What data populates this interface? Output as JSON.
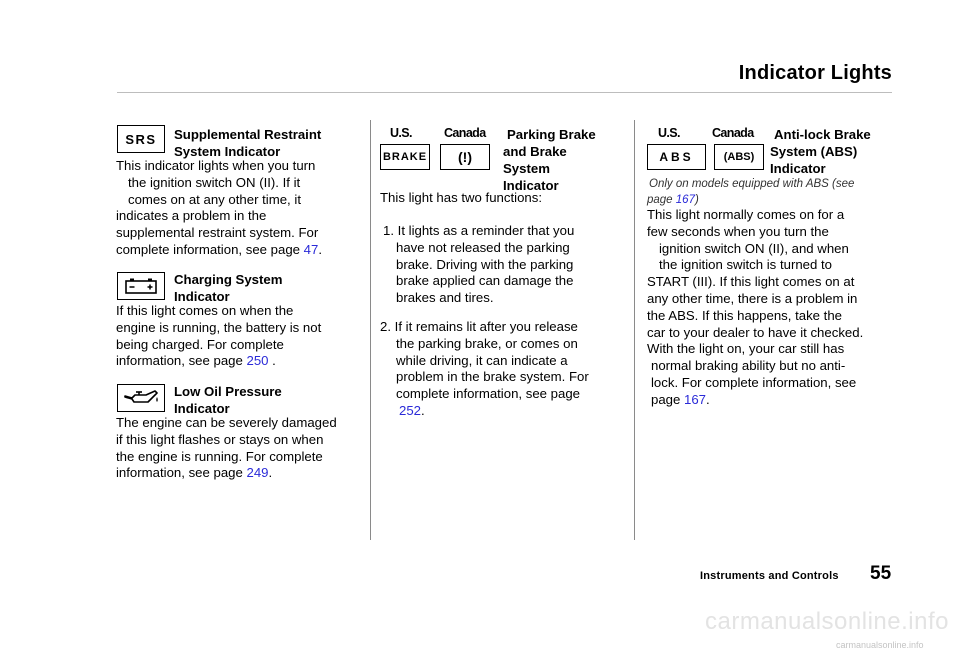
{
  "page_title": "Indicator Lights",
  "col1": {
    "srs": {
      "symbol": "SRS",
      "heading_line1": "Supplemental Restraint",
      "heading_line2": "System Indicator",
      "para": [
        "This indicator lights when you turn",
        "the ignition switch ON (II). If it",
        "comes on at any other time, it",
        "indicates a problem in the",
        "supplemental restraint system. For",
        "complete information, see page "
      ],
      "page": "47",
      "end": "."
    },
    "charging": {
      "heading_line1": "Charging System",
      "heading_line2": "Indicator",
      "para": [
        "If this light comes on when the",
        "engine is running, the battery is not",
        "being charged. For complete",
        "information, see page "
      ],
      "page": "250",
      "end": " ."
    },
    "oil": {
      "heading_line1": "Low Oil Pressure",
      "heading_line2": "Indicator",
      "para": [
        "The engine can be severely damaged",
        "if this light flashes or stays on when",
        "the engine is running. For complete",
        "information, see page "
      ],
      "page": "249",
      "end": "."
    }
  },
  "col2": {
    "us_label": "U.S.",
    "canada_label": "Canada",
    "us_symbol": "BRAKE",
    "canada_symbol": "(!)",
    "heading_line1": "Parking Brake",
    "heading_line2": "and Brake",
    "heading_line3": "System",
    "heading_line4": "Indicator",
    "intro": "This light has two functions:",
    "item1": [
      "1. It lights as a reminder that you",
      "have not released the parking",
      "brake. Driving with the parking",
      "brake applied can damage the",
      "brakes and tires."
    ],
    "item2": [
      "2. If it remains lit after you release",
      "the parking brake, or comes on",
      "while driving, it can indicate a",
      "problem in the brake system. For",
      "complete information, see page"
    ],
    "item2_page": "252",
    "item2_end": "."
  },
  "col3": {
    "us_label": "U.S.",
    "canada_label": "Canada",
    "us_symbol": "ABS",
    "canada_symbol": "(ABS)",
    "heading_line1": "Anti-lock Brake",
    "heading_line2": "System (ABS)",
    "heading_line3": "Indicator",
    "note_line1": "Only on models equipped with ABS (see",
    "note_line2_prefix": "page ",
    "note_page": "167",
    "note_end": ")",
    "para": [
      "This light normally comes on for a",
      "few seconds when you turn the",
      "ignition switch ON (II), and when",
      "the ignition switch is turned to",
      "START (III). If this light comes on at",
      "any other time, there is a problem in",
      "the ABS. If this happens, take the",
      "car to your dealer to have it checked.",
      "With the light on, your car still has",
      "normal braking ability but no anti-",
      "lock. For complete information, see",
      "page "
    ],
    "page": "167",
    "end": "."
  },
  "footer": {
    "section": "Instruments and Controls",
    "page_number": "55"
  },
  "watermark": {
    "large": "carmanualsonline.info",
    "small": "carmanualsonline.info"
  }
}
